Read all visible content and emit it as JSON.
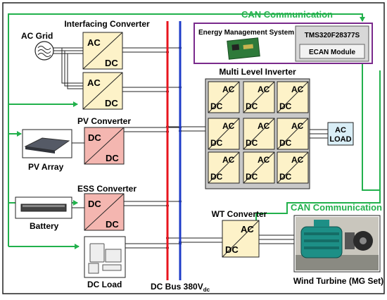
{
  "labels": {
    "can_top": "CAN Communication",
    "can_right": "CAN Communication",
    "interfacing": "Interfacing Converter",
    "ac_grid": "AC Grid",
    "pv_converter": "PV Converter",
    "pv_array": "PV Array",
    "ess_converter": "ESS Converter",
    "battery": "Battery",
    "dc_load": "DC Load",
    "ems": "Energy Management System",
    "dsp": "TMS320F28377S",
    "ecan": "ECAN Module",
    "mli": "Multi Level Inverter",
    "ac_load_1": "AC",
    "ac_load_2": "LOAD",
    "wt_converter": "WT Converter",
    "wind": "Wind Turbine (MG Set)",
    "dcbus": "DC Bus 380V",
    "dcbus_sub": "dc"
  },
  "converter_text": {
    "ac": "AC",
    "dc": "DC"
  },
  "colors": {
    "can_green": "#22b14c",
    "dc_bus_red": "#e8141e",
    "dc_bus_blue": "#1e3cc8",
    "acdc_fill": "#fdf2c8",
    "dcdc_fill": "#f4b6b0",
    "mli_fill": "#c8c8c8",
    "ems_border": "#7a2a8c",
    "ac_load_fill": "#d9eef7"
  }
}
